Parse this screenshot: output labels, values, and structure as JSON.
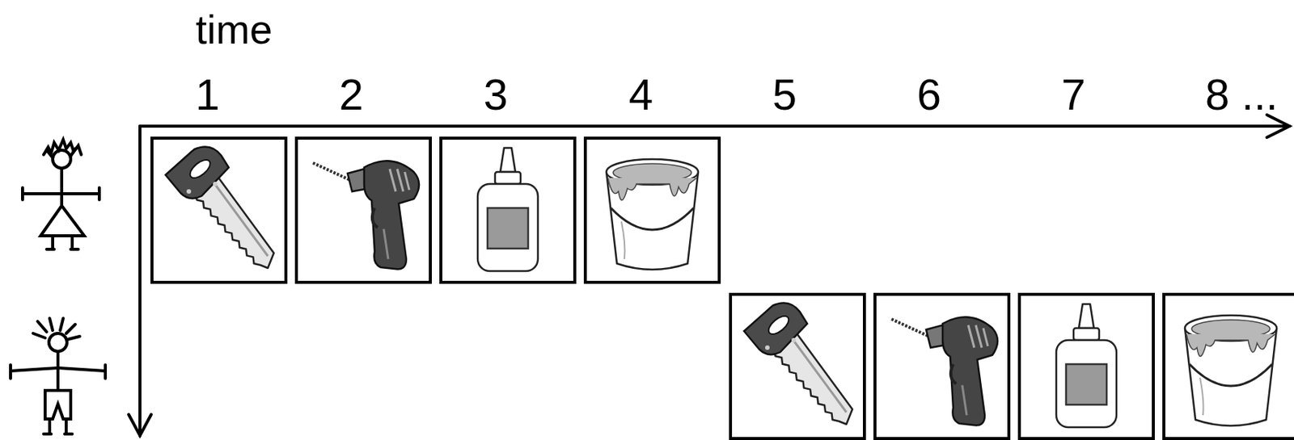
{
  "diagram": {
    "labels": [
      "time",
      "1",
      "2",
      "3",
      "4",
      "5",
      "6",
      "7",
      "8 ..."
    ]
  }
}
